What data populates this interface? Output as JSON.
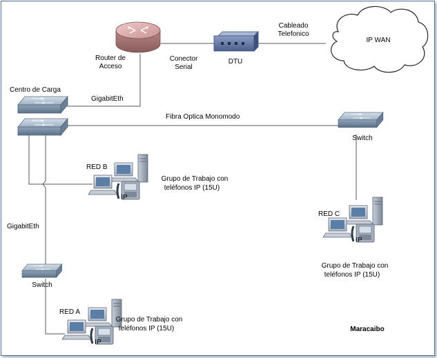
{
  "labels": {
    "cableado_line1": "Cableado",
    "cableado_line2": "Telefonico",
    "ip_wan": "IP WAN",
    "router_line1": "Router de",
    "router_line2": "Acceso",
    "conector_line1": "Conector",
    "conector_line2": "Serial",
    "dtu": "DTU",
    "centro_carga": "Centro de Carga",
    "gigabit_top": "GigabitEth",
    "fibra": "Fibra Optica Monomodo",
    "switch_right": "Switch",
    "red_b": "RED B",
    "grupo_b_line1": "Grupo de Trabajo con",
    "grupo_b_line2": "teléfonos IP  (15U)",
    "gigabit_left": "GigabitEth",
    "red_c": "RED C",
    "grupo_c_line1": "Grupo de Trabajo con",
    "grupo_c_line2": "teléfonos IP  (15U)",
    "switch_left": "Switch",
    "red_a": "RED A",
    "grupo_a_line1": "Grupo de Trabajo con",
    "grupo_a_line2": "teléfonos IP  (15U)",
    "maracaibo": "Maracaibo",
    "ip_badge": "IP"
  },
  "colors": {
    "line": "#555555",
    "switch_top": "#b8c8d8",
    "switch_side": "#7f93a8",
    "router_top": "#d9a7a7",
    "router_side": "#b07b7b",
    "dtu": "#5f74a0",
    "frame": "#4a6b8a"
  }
}
